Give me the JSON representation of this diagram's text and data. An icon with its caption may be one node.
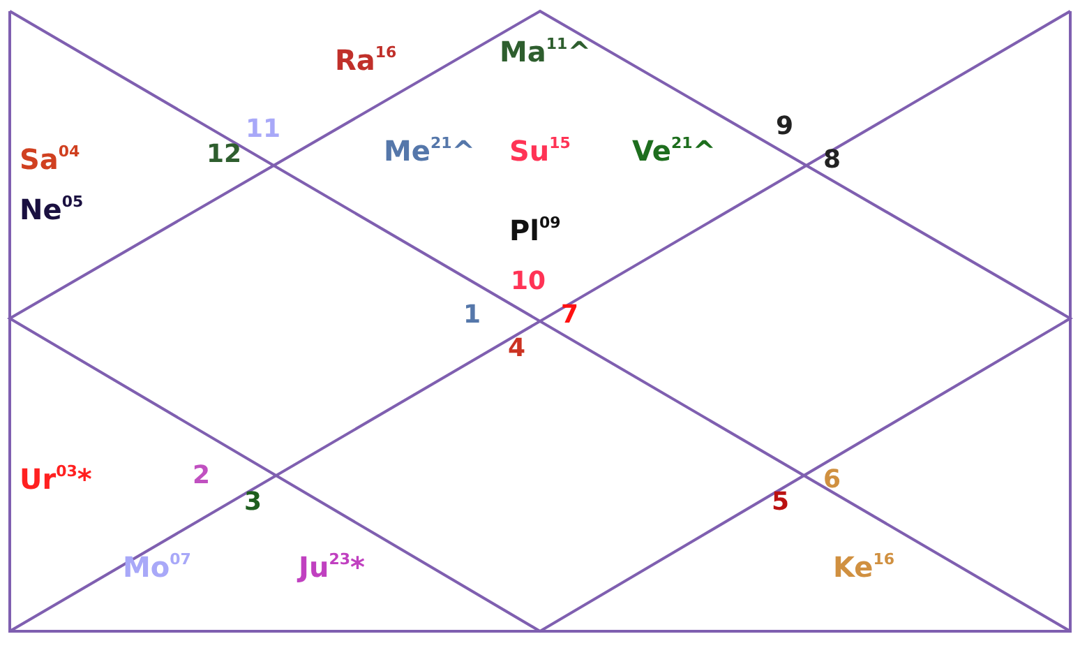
{
  "diagram": {
    "labels": [
      "Ra$^{16}$",
      "Ma$^{11}$^",
      "11",
      "9",
      "Sa$^{04}$",
      "12",
      "Me$^{21}$^",
      "Su$^{15}$",
      "Ve$^{21}$^",
      "8",
      "Ne$^{05}$",
      "Pl$^{09}$",
      "10",
      "1",
      "7",
      "4",
      "2",
      "Ur$^{03}$*",
      "6",
      "3",
      "5",
      "Mo$^{07}$",
      "Ju$^{23}$*",
      "Ke$^{16}$"
    ]
  }
}
